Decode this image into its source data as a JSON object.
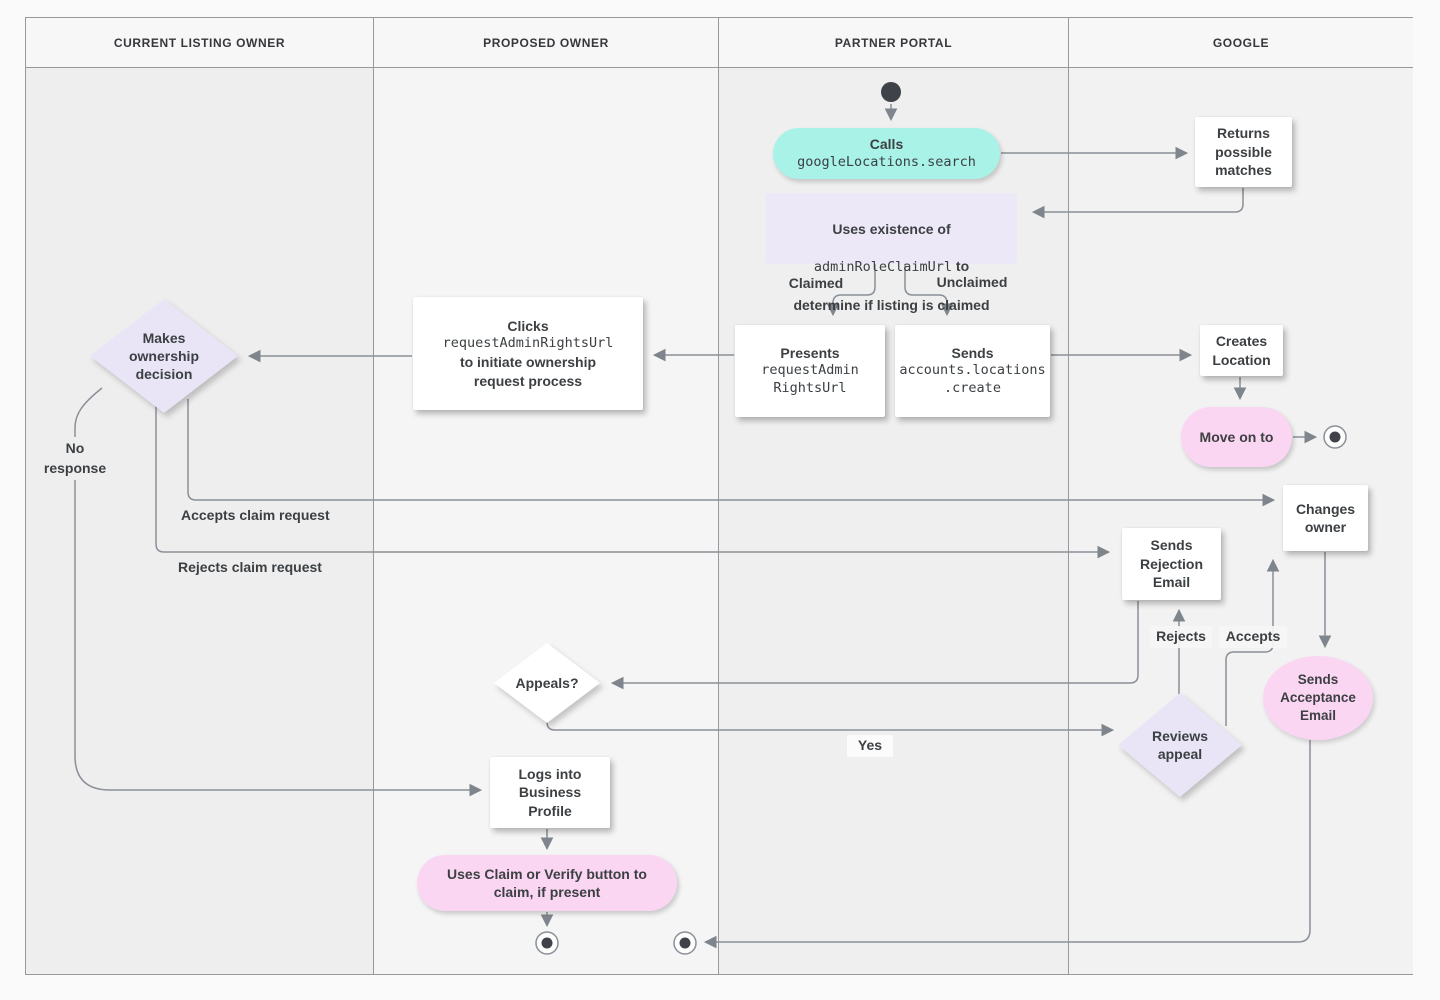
{
  "lanes": [
    {
      "label": "CURRENT LISTING OWNER"
    },
    {
      "label": "PROPOSED OWNER"
    },
    {
      "label": "PARTNER PORTAL"
    },
    {
      "label": "GOOGLE"
    }
  ],
  "nodes": {
    "calls_pill": {
      "title": "Calls",
      "code": "googleLocations.search"
    },
    "returns_box": {
      "label": "Returns\npossible\nmatches"
    },
    "uses_box": {
      "line1": "Uses existence of",
      "code": "adminRoleClaimUrl",
      "line2_suffix": " to",
      "line3": "determine if listing is claimed"
    },
    "presents_box": {
      "title": "Presents",
      "code": "requestAdmin\nRightsUrl"
    },
    "sends_create_box": {
      "title": "Sends",
      "code": "accounts.locations\n.create"
    },
    "clicks_box": {
      "title": "Clicks",
      "code": "requestAdminRightsUrl",
      "rest": "to initiate ownership\nrequest process"
    },
    "makes_diamond": {
      "label": "Makes\nownership\ndecision"
    },
    "creates_box": {
      "label": "Creates\nLocation"
    },
    "move_pill": {
      "label": "Move on to"
    },
    "changes_box": {
      "label": "Changes\nowner"
    },
    "rejection_box": {
      "label": "Sends\nRejection\nEmail"
    },
    "appeals_diamond": {
      "label": "Appeals?"
    },
    "reviews_diamond": {
      "label": "Reviews\nappeal"
    },
    "acceptance_circle": {
      "label": "Sends\nAcceptance\nEmail"
    },
    "logs_box": {
      "label": "Logs into\nBusiness\nProfile"
    },
    "claim_pill": {
      "label": "Uses Claim or Verify button to\nclaim, if present"
    }
  },
  "edge_labels": {
    "claimed": "Claimed",
    "unclaimed": "Unclaimed",
    "no_response": "No\nresponse",
    "accepts_claim": "Accepts claim request",
    "rejects_claim": "Rejects claim request",
    "yes": "Yes",
    "rejects": "Rejects",
    "accepts": "Accepts"
  },
  "colors": {
    "cyan_pill": "#a9f2e7",
    "lavender": "#e9e5f7",
    "pink": "#fbd6f2",
    "line": "#8a9097",
    "text": "#3c4043",
    "lane_header_bg": "#f7f7f7"
  }
}
